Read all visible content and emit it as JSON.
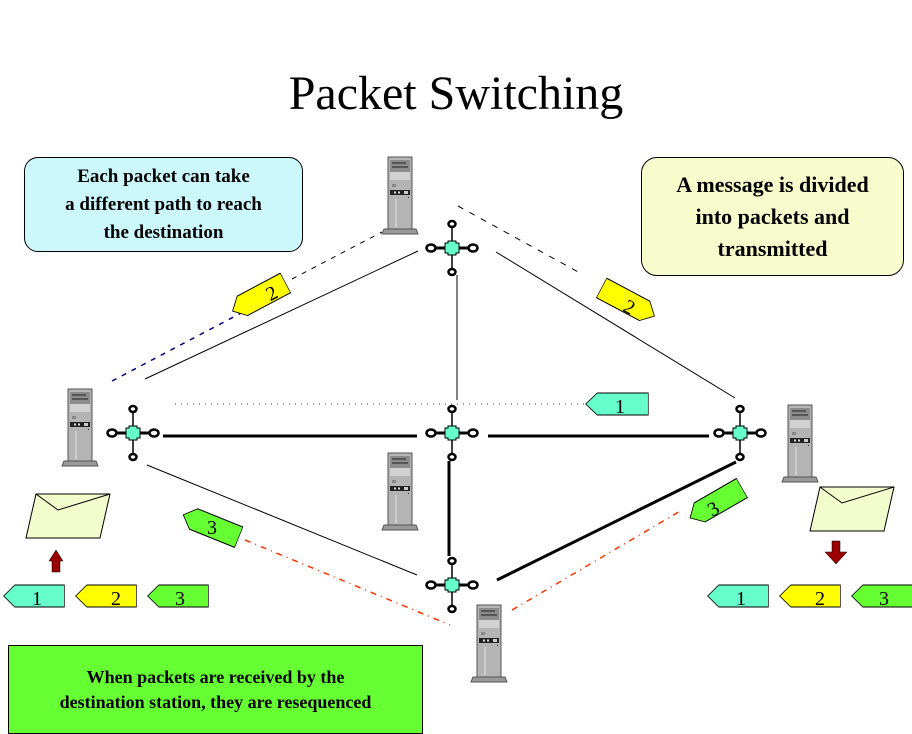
{
  "title": "Packet Switching",
  "callouts": {
    "paths": "Each packet can take\na different path to reach\nthe destination",
    "divided": "A message is divided\ninto packets and\ntransmitted",
    "resequenced": "When packets are received by the\ndestination station, they are resequenced"
  },
  "colors": {
    "packet_1": "#66ffcc",
    "packet_2": "#ffff00",
    "packet_3": "#66ff33",
    "switch_node": "#66ffcc",
    "route_packet_2": "#000080",
    "route_packet_1": "#cc0000",
    "route_packet_3": "#ff3300",
    "arrow": "#990000",
    "envelope": "#f2fccc"
  },
  "network": {
    "stations": [
      "source-station",
      "top-station",
      "center-station",
      "bottom-station",
      "destination-station"
    ],
    "switches": [
      "left-switch",
      "top-switch",
      "center-switch",
      "bottom-switch",
      "right-switch"
    ]
  },
  "packets_in_transit": [
    {
      "id": "2",
      "route": "via top switch"
    },
    {
      "id": "2",
      "route": "via top switch"
    },
    {
      "id": "1",
      "route": "center path"
    },
    {
      "id": "3",
      "route": "via bottom switch"
    },
    {
      "id": "3",
      "route": "via bottom switch"
    }
  ],
  "source_sequence": [
    "1",
    "2",
    "3"
  ],
  "destination_sequence": [
    "1",
    "2",
    "3"
  ]
}
